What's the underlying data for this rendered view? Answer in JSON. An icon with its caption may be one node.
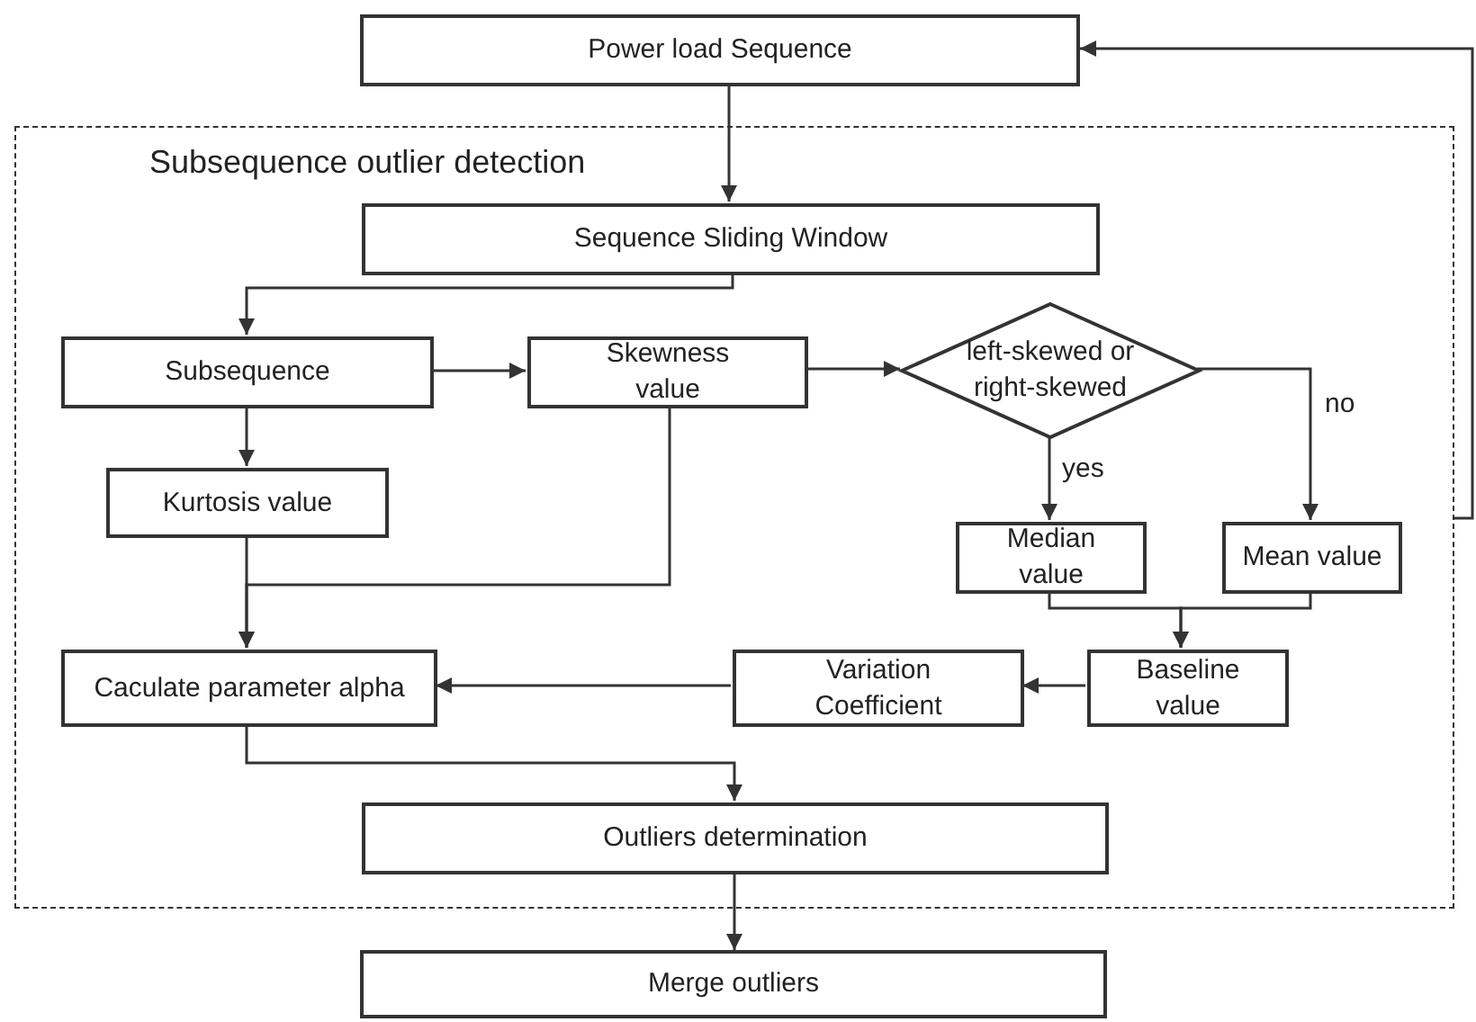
{
  "diagram": {
    "nodes": [
      {
        "text": [
          "Power load Sequence"
        ]
      },
      {
        "text": [
          "Subsequence outlier detection"
        ]
      },
      {
        "text": [
          "Sequence Sliding Window"
        ],
        "in": 1
      },
      {
        "text": [
          "Subsequence"
        ],
        "in": 1
      },
      {
        "text": [
          "Skewness value"
        ],
        "in": 1
      },
      {
        "text": [
          "left-skewed or right-skewed"
        ],
        "in": 1
      },
      {
        "text": [
          "Kurtosis value"
        ],
        "in": 1
      },
      {
        "text": [
          "Median value"
        ],
        "in": 1
      },
      {
        "text": [
          "Mean value"
        ],
        "in": 1
      },
      {
        "text": [
          "Caculate parameter alpha"
        ],
        "in": 1
      },
      {
        "text": [
          "Variation Coefficient"
        ],
        "in": 1
      },
      {
        "text": [
          "Baseline value"
        ],
        "in": 1
      },
      {
        "text": [
          "Outliers determination"
        ],
        "in": 1
      },
      {
        "text": [
          "Merge outliers"
        ]
      }
    ],
    "edges": [
      {
        "from": 0,
        "to": 2,
        "arrow": "to"
      },
      {
        "from": 2,
        "to": 3,
        "arrow": "to"
      },
      {
        "from": 3,
        "to": 4,
        "arrow": "to"
      },
      {
        "from": 3,
        "to": 6,
        "arrow": "to"
      },
      {
        "from": 4,
        "to": 5,
        "arrow": "to"
      },
      {
        "from": 6,
        "to": 9,
        "arrow": "to"
      },
      {
        "from": 4,
        "to": 9,
        "arrow": "to"
      },
      {
        "from": 5,
        "to": 7,
        "arrow": "to",
        "label": "yes"
      },
      {
        "from": 5,
        "to": 8,
        "arrow": "to",
        "label": "no"
      },
      {
        "from": 7,
        "to": 11,
        "arrow": "to"
      },
      {
        "from": 8,
        "to": 11,
        "arrow": "to"
      },
      {
        "from": 11,
        "to": 10,
        "arrow": "to"
      },
      {
        "from": 10,
        "to": 9,
        "arrow": "to"
      },
      {
        "from": 9,
        "to": 12,
        "arrow": "to"
      },
      {
        "from": 12,
        "to": 13,
        "arrow": "to"
      },
      {
        "from": 1,
        "to": 0,
        "arrow": "to"
      }
    ]
  }
}
